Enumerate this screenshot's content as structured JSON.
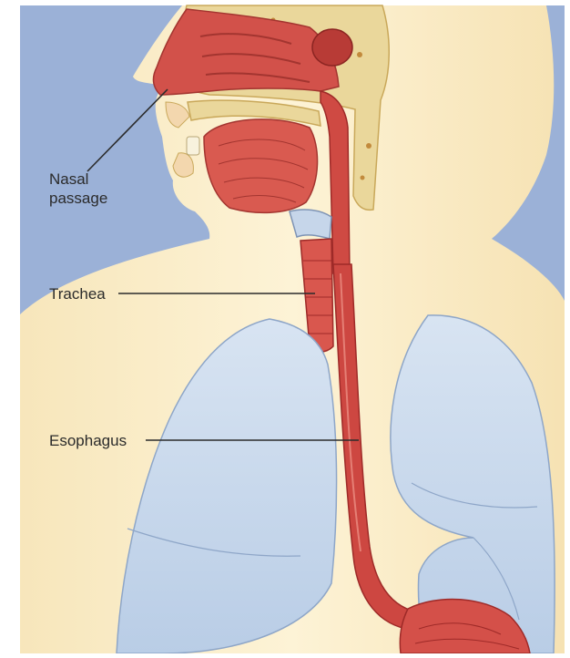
{
  "labels": {
    "nasal_passage": "Nasal\npassage",
    "trachea": "Trachea",
    "esophagus": "Esophagus"
  },
  "colors": {
    "background": "#9ab0d6",
    "skin": "#fbecc4",
    "lung": "#c6d7ec",
    "tissue": "#cf4b44",
    "tissue_dark": "#9e2a28",
    "bone": "#e8d595",
    "leader_line": "#2b2b2b"
  }
}
